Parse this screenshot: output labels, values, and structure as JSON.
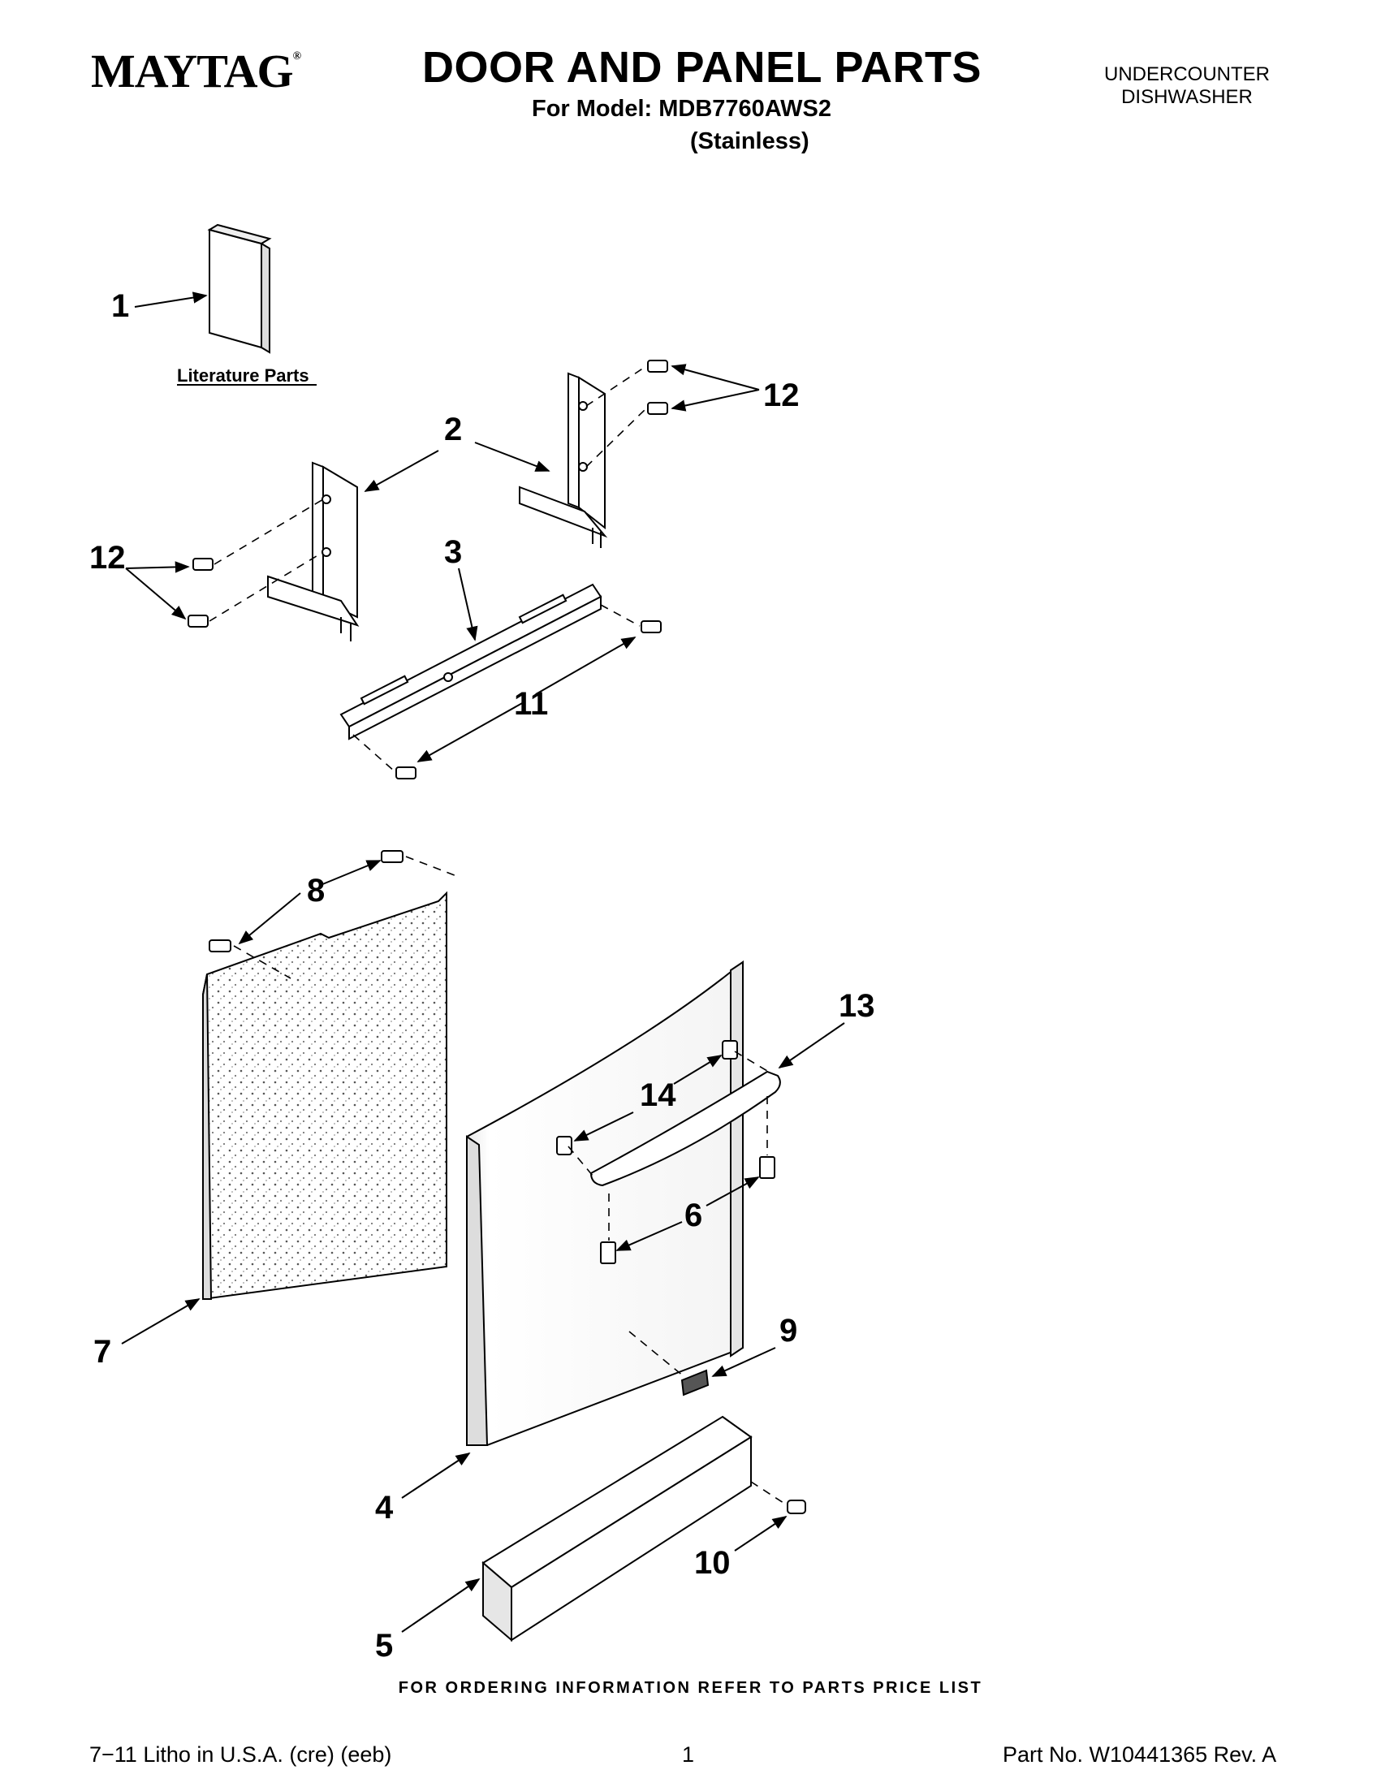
{
  "header": {
    "brand": "MAYTAG",
    "brand_mark": "®",
    "title": "DOOR AND PANEL PARTS",
    "model_line": "For Model: MDB7760AWS2",
    "variant": "(Stainless)",
    "product_type_line1": "UNDERCOUNTER",
    "product_type_line2": "DISHWASHER"
  },
  "diagram": {
    "literature_label": "Literature Parts",
    "callouts": [
      "1",
      "2",
      "3",
      "4",
      "5",
      "6",
      "7",
      "8",
      "9",
      "10",
      "11",
      "12",
      "12",
      "13",
      "14"
    ]
  },
  "footer": {
    "order_note": "FOR ORDERING INFORMATION REFER TO PARTS PRICE LIST",
    "litho": "7−11 Litho in U.S.A. (cre) (eeb)",
    "page_number": "1",
    "part_number": "Part No. W10441365 Rev. A"
  }
}
